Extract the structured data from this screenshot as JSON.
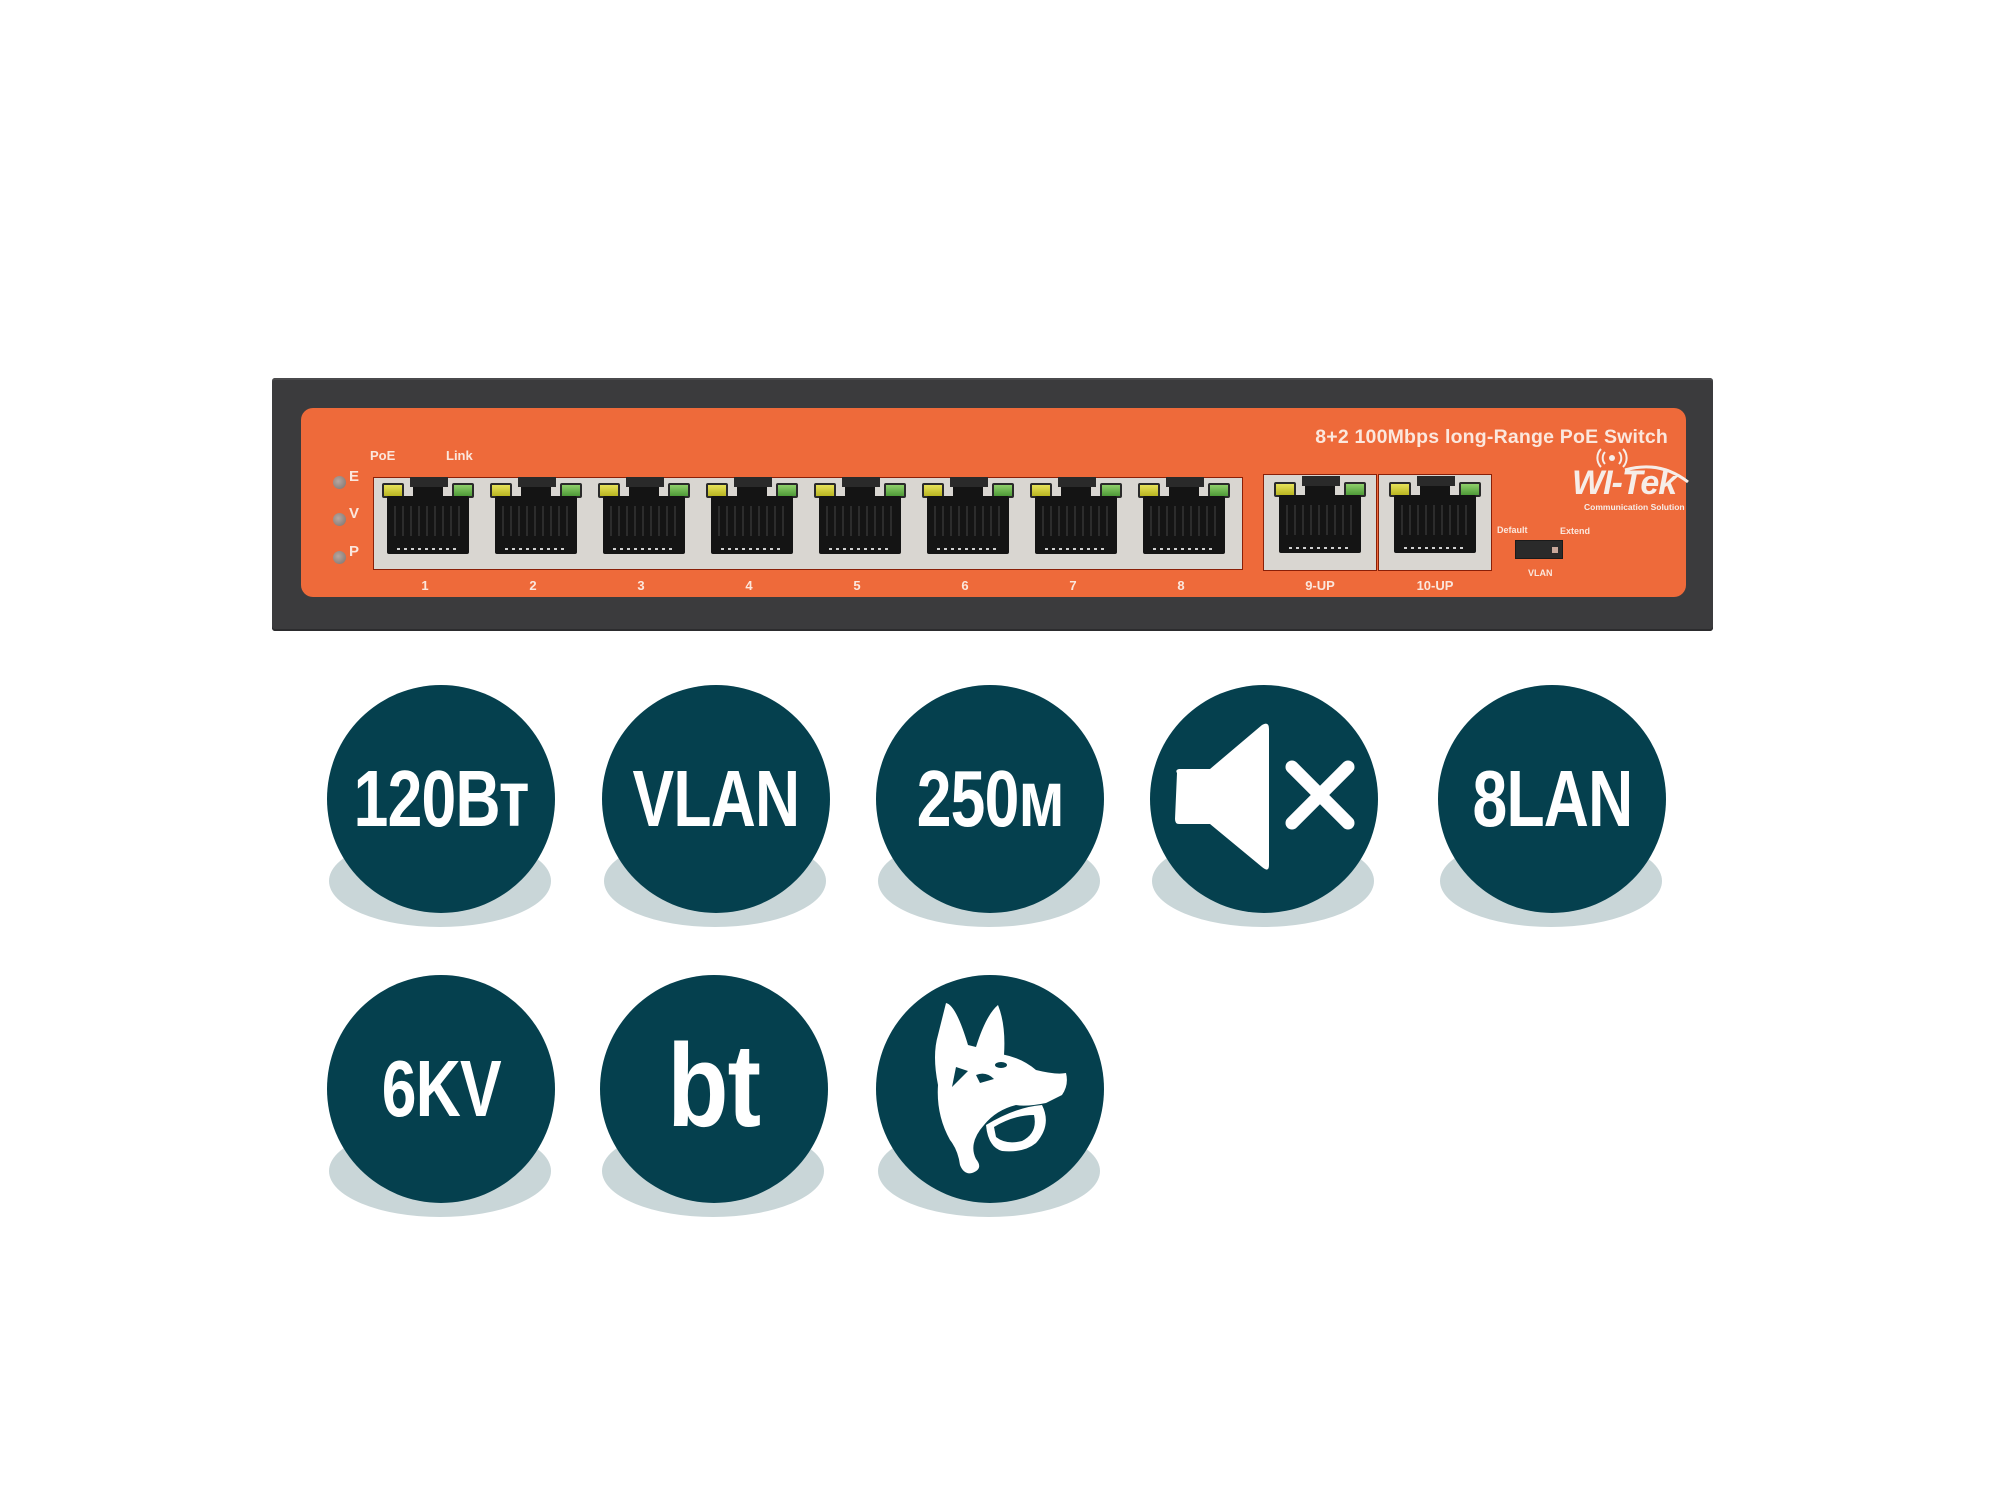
{
  "product": {
    "title": "8+2 100Mbps long-Range PoE Switch",
    "brand": "WI-Tek",
    "brand_tagline": "Communication Solution",
    "colors": {
      "housing": "#3b3b3d",
      "panel": "#ee6a3a",
      "panel_text": "#fbe7dd",
      "led_poe": "#e0dc4a",
      "led_link": "#7cc35a"
    },
    "status_leds": [
      {
        "label": "E"
      },
      {
        "label": "V"
      },
      {
        "label": "P"
      }
    ],
    "led_headers": {
      "poe": "PoE",
      "link": "Link"
    },
    "ports": [
      {
        "label": "1"
      },
      {
        "label": "2"
      },
      {
        "label": "3"
      },
      {
        "label": "4"
      },
      {
        "label": "5"
      },
      {
        "label": "6"
      },
      {
        "label": "7"
      },
      {
        "label": "8"
      }
    ],
    "uplinks": [
      {
        "label": "9-UP"
      },
      {
        "label": "10-UP"
      }
    ],
    "vlan_switch": {
      "left_label": "Default",
      "right_label": "Extend",
      "caption": "VLAN",
      "position": "Extend"
    }
  },
  "features": {
    "colors": {
      "badge": "#05404e",
      "badge_text": "#ffffff",
      "shadow": "#c9d6d8"
    },
    "badges": [
      {
        "text": "120Вт",
        "icon": null
      },
      {
        "text": "VLAN",
        "icon": null
      },
      {
        "text": "250м",
        "icon": null
      },
      {
        "text": "",
        "icon": "speaker-mute-icon"
      },
      {
        "text": "8LAN",
        "icon": null
      },
      {
        "text": "6KV",
        "icon": null
      },
      {
        "text": "bt",
        "icon": null
      },
      {
        "text": "",
        "icon": "guard-dog-icon"
      }
    ]
  }
}
